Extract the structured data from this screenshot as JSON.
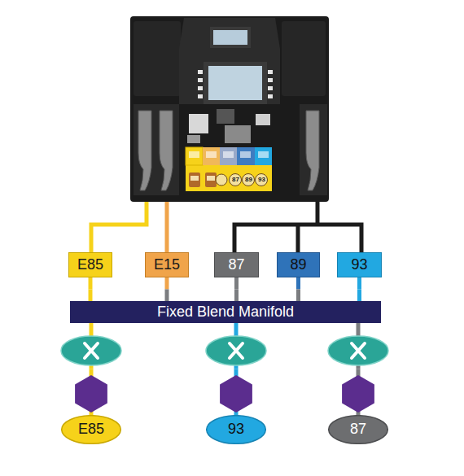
{
  "diagram": {
    "nodes": [
      {
        "text": [
          "E85"
        ]
      },
      {
        "text": [
          "E15"
        ]
      },
      {
        "text": [
          "87"
        ]
      },
      {
        "text": [
          "89"
        ]
      },
      {
        "text": [
          "93"
        ]
      },
      {
        "text": [
          "Fixed Blend Manifold"
        ]
      },
      {
        "text": [
          "E85"
        ]
      },
      {
        "text": [
          "93"
        ]
      },
      {
        "text": [
          "87"
        ]
      }
    ],
    "edges": [
      {
        "from": 0,
        "to": 5,
        "arrow": "none"
      },
      {
        "from": 1,
        "to": 5,
        "arrow": "none"
      },
      {
        "from": 2,
        "to": 5,
        "arrow": "none"
      },
      {
        "from": 3,
        "to": 5,
        "arrow": "none"
      },
      {
        "from": 4,
        "to": 5,
        "arrow": "none"
      },
      {
        "from": 5,
        "to": 6,
        "arrow": "none"
      },
      {
        "from": 5,
        "to": 7,
        "arrow": "none"
      },
      {
        "from": 5,
        "to": 8,
        "arrow": "none"
      }
    ],
    "labels": [
      "87",
      "89",
      "93"
    ]
  }
}
